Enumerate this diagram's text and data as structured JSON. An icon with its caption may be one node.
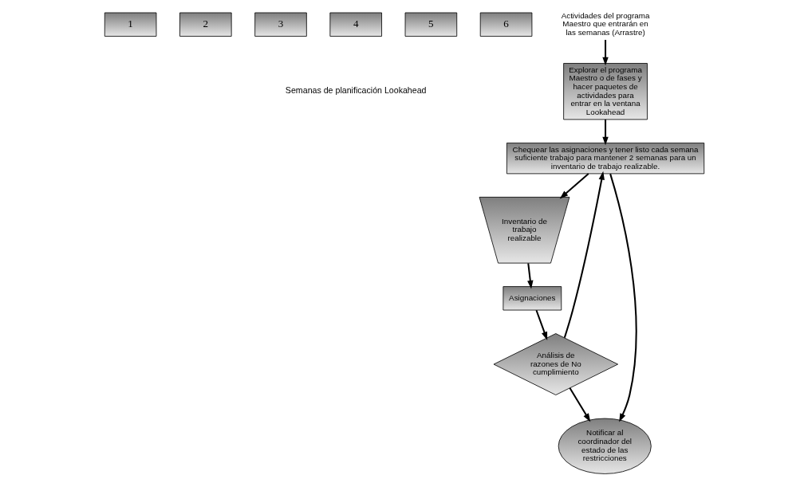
{
  "diagram": {
    "nodes": [
      {
        "text": [
          "1"
        ]
      },
      {
        "text": [
          "2"
        ]
      },
      {
        "text": [
          "3"
        ]
      },
      {
        "text": [
          "4"
        ]
      },
      {
        "text": [
          "5"
        ]
      },
      {
        "text": [
          "6"
        ]
      },
      {
        "text": [
          "Actividades del programa Maestro que entrarán en las semanas (Arrastre)"
        ]
      },
      {
        "text": [
          "Asignaciones"
        ]
      },
      {
        "text": [
          "Explorar el programa Maestro o de fases y hacer paquetes de actividades para entrar en la ventana Lookahead"
        ]
      },
      {
        "text": [
          "Chequear las asignaciones y tener listo cada semana suficiente trabajo para mantener 2 semanas para un inventario de trabajo realizable."
        ]
      },
      {
        "text": [
          "Inventario de trabajo realizable"
        ]
      },
      {
        "text": [
          "Análisis de razones de No cumplimiento"
        ]
      },
      {
        "text": [
          "Notificar al coordinador del estado de las restricciones"
        ]
      }
    ],
    "edges": [
      {
        "from": 6,
        "to": 8,
        "arrow": "to"
      },
      {
        "from": 8,
        "to": 9,
        "arrow": "to"
      },
      {
        "from": 9,
        "to": 10,
        "arrow": "to"
      },
      {
        "from": 10,
        "to": 7,
        "arrow": "to"
      },
      {
        "from": 7,
        "to": 11,
        "arrow": "to"
      },
      {
        "from": 11,
        "to": 9,
        "arrow": "to"
      },
      {
        "from": 11,
        "to": 12,
        "arrow": "to"
      },
      {
        "from": 9,
        "to": 12,
        "arrow": "to"
      }
    ],
    "labels": [
      "Semanas de planificación Lookahead"
    ]
  }
}
